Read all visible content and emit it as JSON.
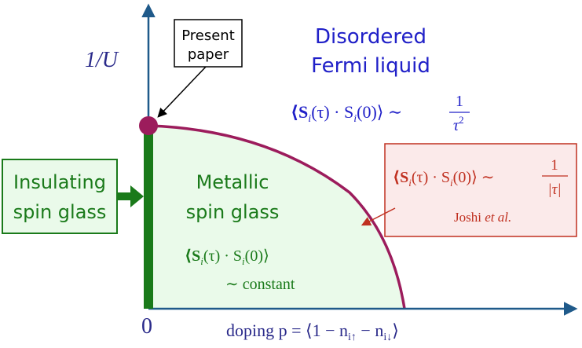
{
  "colors": {
    "axis": "#1f5a8a",
    "metal_fill": "#eafaea",
    "boundary": "#9c1c5c",
    "green": "#1a7a1a",
    "blue": "#2020c8",
    "red": "#c03020",
    "red_fill": "#fbeaea",
    "label_fill": "#eafaea"
  },
  "axes": {
    "y_label": "1/U",
    "origin_label": "0",
    "x_label": "doping p = ⟨1 − n",
    "x_label_sub1": "i↑",
    "x_label_mid": " − n",
    "x_label_sub2": "i↓",
    "x_label_end": "⟩"
  },
  "regions": {
    "disordered": {
      "title_line1": "Disordered",
      "title_line2": "Fermi liquid",
      "corr_left": "⟨S",
      "corr_i1": "i",
      "corr_tau": "(τ) · S",
      "corr_i2": "i",
      "corr_zero": "(0)⟩ ∼",
      "frac_num": "1",
      "frac_den": "τ",
      "frac_exp": "2"
    },
    "metallic": {
      "title_line1": "Metallic",
      "title_line2": "spin glass",
      "corr_left": "⟨S",
      "corr_i1": "i",
      "corr_tau": "(τ) · S",
      "corr_i2": "i",
      "corr_zero": "(0)⟩",
      "corr_line2": "∼ constant"
    },
    "insulating": {
      "line1": "Insulating",
      "line2": "spin glass"
    }
  },
  "callouts": {
    "present": {
      "line1": "Present",
      "line2": "paper"
    },
    "joshi": {
      "corr_left": "⟨S",
      "corr_i1": "i",
      "corr_tau": "(τ) · S",
      "corr_i2": "i",
      "corr_zero": "(0)⟩ ∼",
      "frac_num": "1",
      "frac_den": "|τ|",
      "cite_name": "Joshi ",
      "cite_etal": "et al."
    }
  }
}
